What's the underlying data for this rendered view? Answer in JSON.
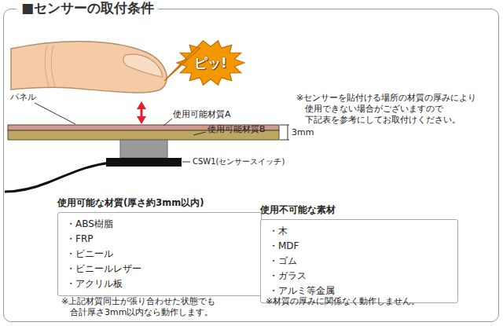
{
  "diagram": {
    "nodes": [
      {
        "text": [
          "■センサーの取付条件"
        ]
      },
      {
        "text": [
          "ピッ!"
        ],
        "in": 0
      },
      {
        "text": [
          "使用可能な材質(厚さ約3mm以内)",
          "・ABS樹脂",
          "・FRP",
          "・ビニール",
          "・ビニールレザー",
          "・アクリル板"
        ],
        "in": 0
      },
      {
        "text": [
          "使用不可能な素材",
          "・木",
          "・MDF",
          "・ゴム",
          "・ガラス",
          "・アルミ等金属"
        ],
        "in": 0
      }
    ],
    "labels": [
      "パネル",
      "使用可能材質A",
      "使用可能材質B",
      "3mm",
      "CSW1(センサースイッチ)",
      "※センサーを貼付ける場所の材質の厚みにより 使用できない場合がございますので 下記表を参考にしてお取付けください。",
      "※上記材質同士が張り合わせた状態でも 合計厚さ3mm以内なら動作します。",
      "※材質の厚みに関係なく動作しません。"
    ]
  }
}
